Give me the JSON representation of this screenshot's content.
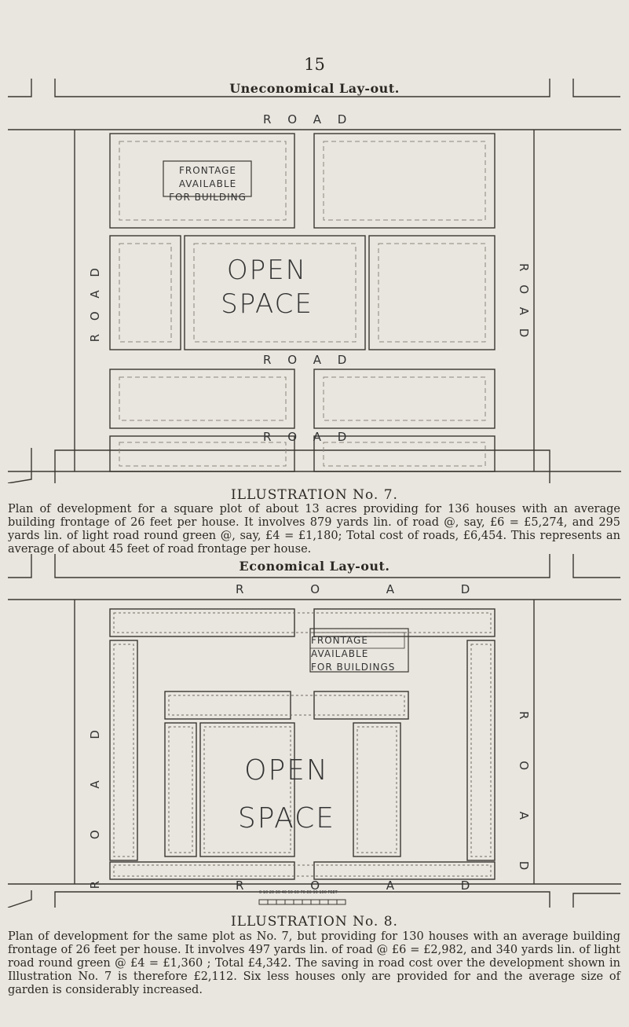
{
  "page_number": "15",
  "figure1": {
    "title": "Uneconomical Lay-out.",
    "road_top": "R O A D",
    "road_middle": "R O A D",
    "road_bottom": "R O A D",
    "road_left": "R O A D",
    "road_right": "R O A D",
    "frontage_label": "FRONTAGE AVAILABLE FOR BUILDING",
    "open_space_line1": "OPEN",
    "open_space_line2": "SPACE",
    "illustration_label": "ILLUSTRATION No. 7.",
    "caption": "Plan of development for a square plot of about 13 acres providing for 136 houses with an average building frontage of 26 feet per house. It involves 879 yards lin. of road @, say, £6 = £5,274, and 295 yards lin. of light road round green @, say, £4 = £1,180; Total cost of roads, £6,454. This represents an average of about 45 feet of road frontage per house."
  },
  "figure2": {
    "title": "Economical Lay-out.",
    "road_top": "R O A D",
    "road_bottom": "R O A D",
    "road_left": "R O A D",
    "road_right": "R O A D",
    "frontage_line1": "FRONTAGE AVAILABLE",
    "frontage_line2": "FOR BUILDINGS",
    "open_space_line1": "OPEN",
    "open_space_line2": "SPACE",
    "scale_label": "0 10 20 30 40 50 60 70 80 90 100 FEET",
    "illustration_label": "ILLUSTRATION No. 8.",
    "caption": "Plan of development for the same plot as No. 7, but providing for 130 houses with an average building frontage of 26 feet per house. It involves 497 yards lin. of road @ £6 = £2,982, and 340 yards lin. of light road round green @ £4 = £1,360 ; Total £4,342. The saving in road cost over the development shown in Illustration No. 7 is therefore £2,112. Six less houses only are provided for and the average size of garden is considerably increased."
  }
}
